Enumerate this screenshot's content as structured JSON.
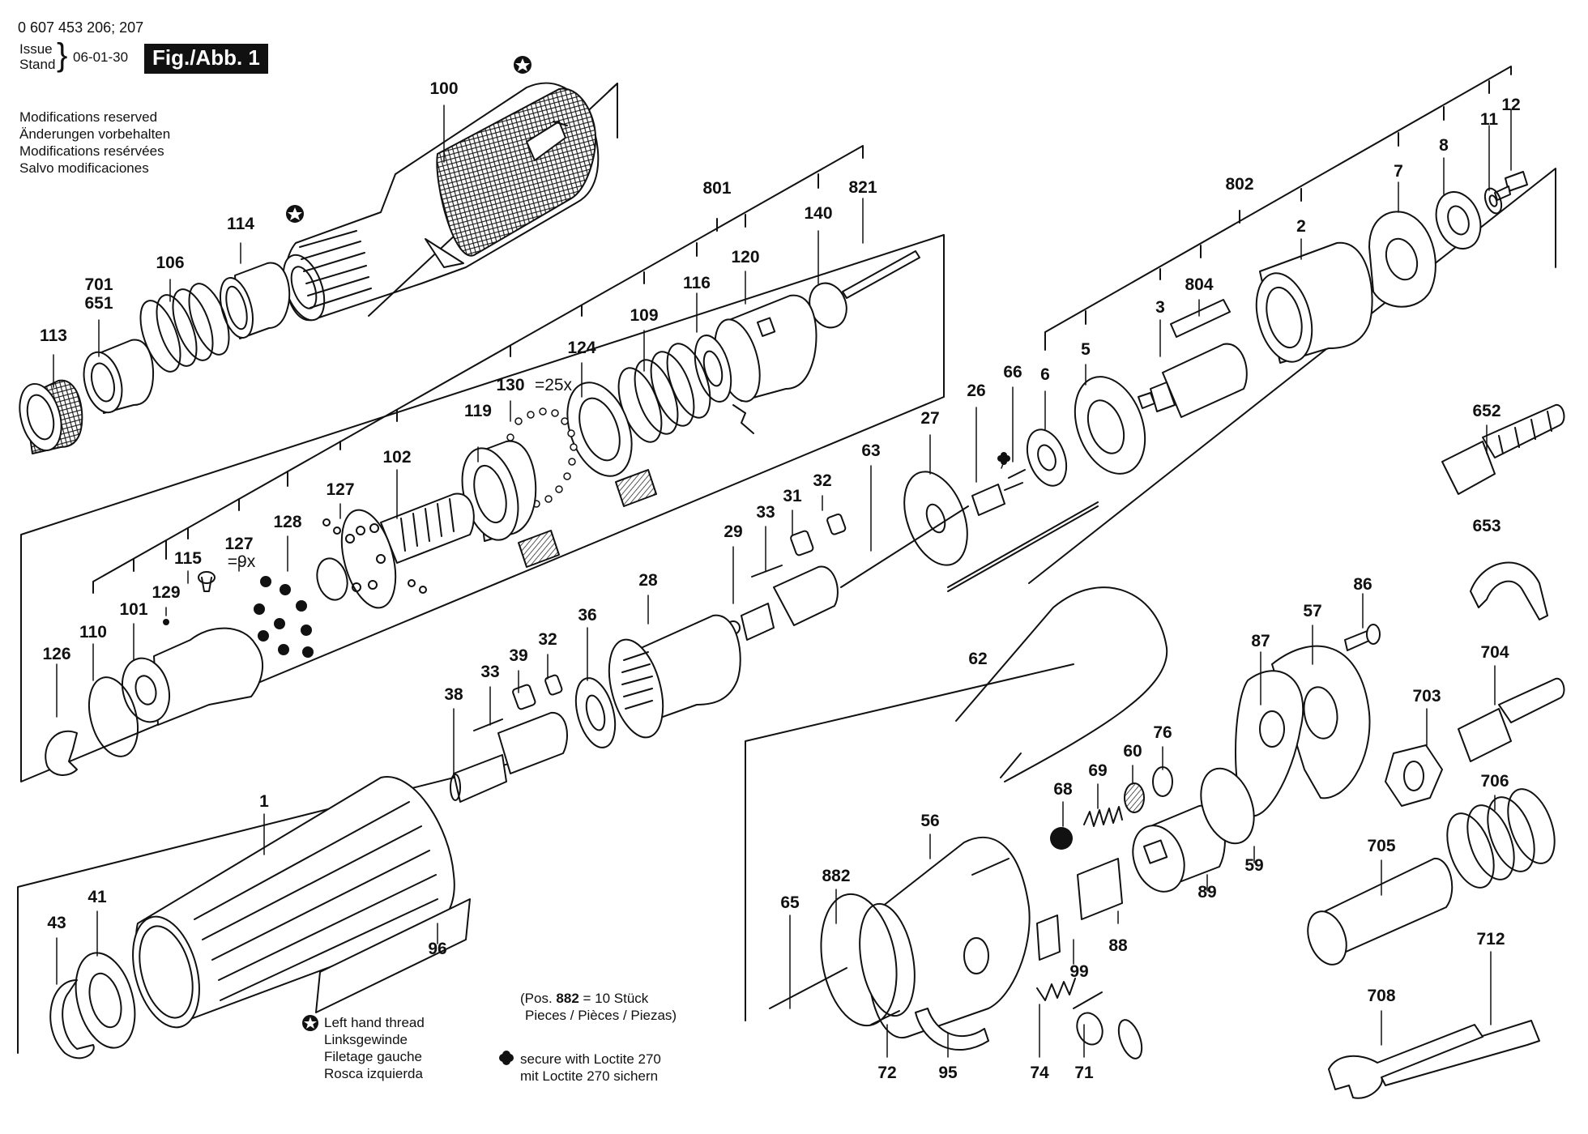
{
  "header": {
    "doc_number": "0 607 453 206; 207",
    "issue_label": "Issue",
    "stand_label": "Stand",
    "date": "06-01-30",
    "figure_label": "Fig./Abb. 1"
  },
  "modifications": [
    "Modifications reserved",
    "Änderungen vorbehalten",
    "Modifications resérvées",
    "Salvo modificaciones"
  ],
  "notes": {
    "left_hand_thread": [
      "Left hand thread",
      "Linksgewinde",
      "Filetage gauche",
      "Rosca izquierda"
    ],
    "pos_note_line1_pre": "(Pos. ",
    "pos_note_bold": "882",
    "pos_note_line1_post": " = 10 Stück",
    "pos_note_line2": "Pieces / Pièces / Piezas)",
    "loctite": [
      "secure with Loctite 270",
      "mit Loctite 270 sichern"
    ]
  },
  "symbols": {
    "star": "star-in-circle-icon",
    "loctite": "four-leaf-clover-icon"
  },
  "parts": [
    {
      "id": "100",
      "label": "100"
    },
    {
      "id": "114",
      "label": "114"
    },
    {
      "id": "106",
      "label": "106"
    },
    {
      "id": "701",
      "label": "701"
    },
    {
      "id": "651",
      "label": "651"
    },
    {
      "id": "113",
      "label": "113"
    },
    {
      "id": "801",
      "label": "801"
    },
    {
      "id": "821",
      "label": "821"
    },
    {
      "id": "140",
      "label": "140"
    },
    {
      "id": "120",
      "label": "120"
    },
    {
      "id": "116",
      "label": "116"
    },
    {
      "id": "109",
      "label": "109"
    },
    {
      "id": "124",
      "label": "124"
    },
    {
      "id": "130",
      "label": "130"
    },
    {
      "id": "130-qty",
      "label": "=25x"
    },
    {
      "id": "119",
      "label": "119"
    },
    {
      "id": "102",
      "label": "102"
    },
    {
      "id": "127a",
      "label": "127"
    },
    {
      "id": "128",
      "label": "128"
    },
    {
      "id": "127b",
      "label": "127"
    },
    {
      "id": "127b-qty",
      "label": "=9x"
    },
    {
      "id": "115",
      "label": "115"
    },
    {
      "id": "129",
      "label": "129"
    },
    {
      "id": "101",
      "label": "101"
    },
    {
      "id": "110",
      "label": "110"
    },
    {
      "id": "126",
      "label": "126"
    },
    {
      "id": "802",
      "label": "802"
    },
    {
      "id": "12",
      "label": "12"
    },
    {
      "id": "11",
      "label": "11"
    },
    {
      "id": "8",
      "label": "8"
    },
    {
      "id": "7",
      "label": "7"
    },
    {
      "id": "2",
      "label": "2"
    },
    {
      "id": "804",
      "label": "804"
    },
    {
      "id": "3",
      "label": "3"
    },
    {
      "id": "5",
      "label": "5"
    },
    {
      "id": "6",
      "label": "6"
    },
    {
      "id": "66",
      "label": "66"
    },
    {
      "id": "26",
      "label": "26"
    },
    {
      "id": "27",
      "label": "27"
    },
    {
      "id": "63",
      "label": "63"
    },
    {
      "id": "32a",
      "label": "32"
    },
    {
      "id": "31",
      "label": "31"
    },
    {
      "id": "33a",
      "label": "33"
    },
    {
      "id": "29",
      "label": "29"
    },
    {
      "id": "28",
      "label": "28"
    },
    {
      "id": "36",
      "label": "36"
    },
    {
      "id": "32b",
      "label": "32"
    },
    {
      "id": "39",
      "label": "39"
    },
    {
      "id": "33b",
      "label": "33"
    },
    {
      "id": "38",
      "label": "38"
    },
    {
      "id": "1",
      "label": "1"
    },
    {
      "id": "96",
      "label": "96"
    },
    {
      "id": "41",
      "label": "41"
    },
    {
      "id": "43",
      "label": "43"
    },
    {
      "id": "652",
      "label": "652"
    },
    {
      "id": "653",
      "label": "653"
    },
    {
      "id": "86",
      "label": "86"
    },
    {
      "id": "57",
      "label": "57"
    },
    {
      "id": "87",
      "label": "87"
    },
    {
      "id": "704",
      "label": "704"
    },
    {
      "id": "703",
      "label": "703"
    },
    {
      "id": "706",
      "label": "706"
    },
    {
      "id": "705",
      "label": "705"
    },
    {
      "id": "62",
      "label": "62"
    },
    {
      "id": "76",
      "label": "76"
    },
    {
      "id": "60",
      "label": "60"
    },
    {
      "id": "69",
      "label": "69"
    },
    {
      "id": "68",
      "label": "68"
    },
    {
      "id": "56",
      "label": "56"
    },
    {
      "id": "882",
      "label": "882"
    },
    {
      "id": "65",
      "label": "65"
    },
    {
      "id": "89",
      "label": "89"
    },
    {
      "id": "59",
      "label": "59"
    },
    {
      "id": "88",
      "label": "88"
    },
    {
      "id": "99",
      "label": "99"
    },
    {
      "id": "72",
      "label": "72"
    },
    {
      "id": "95",
      "label": "95"
    },
    {
      "id": "74",
      "label": "74"
    },
    {
      "id": "71",
      "label": "71"
    },
    {
      "id": "712",
      "label": "712"
    },
    {
      "id": "708",
      "label": "708"
    }
  ]
}
